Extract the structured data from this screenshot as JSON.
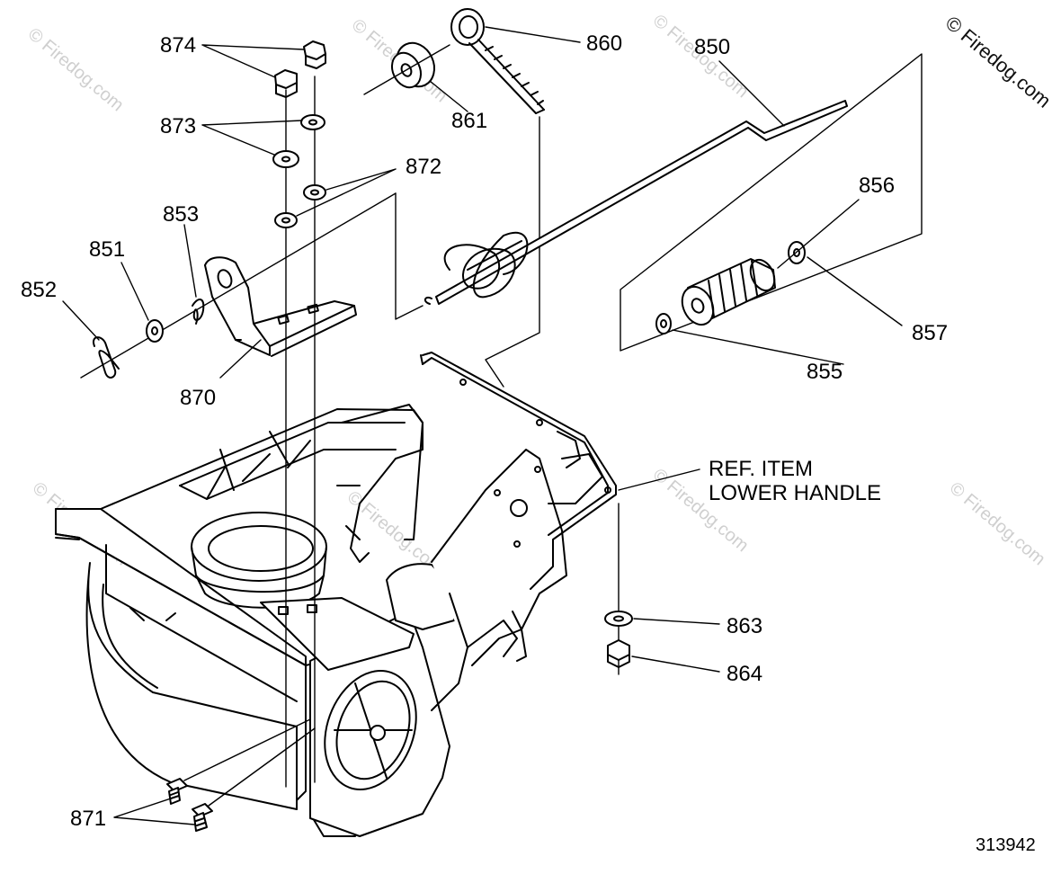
{
  "watermark": {
    "corner_text": "© Firedog.com",
    "tile_text": "© Firedog.com"
  },
  "callouts": [
    {
      "id": "874",
      "label": "874"
    },
    {
      "id": "873",
      "label": "873"
    },
    {
      "id": "872",
      "label": "872"
    },
    {
      "id": "853",
      "label": "853"
    },
    {
      "id": "851",
      "label": "851"
    },
    {
      "id": "852",
      "label": "852"
    },
    {
      "id": "870",
      "label": "870"
    },
    {
      "id": "861",
      "label": "861"
    },
    {
      "id": "860",
      "label": "860"
    },
    {
      "id": "850",
      "label": "850"
    },
    {
      "id": "856",
      "label": "856"
    },
    {
      "id": "857",
      "label": "857"
    },
    {
      "id": "855",
      "label": "855"
    },
    {
      "id": "863",
      "label": "863"
    },
    {
      "id": "864",
      "label": "864"
    },
    {
      "id": "871",
      "label": "871"
    }
  ],
  "reference": {
    "line1": "REF. ITEM",
    "line2": "LOWER HANDLE"
  },
  "figure_number": "313942"
}
